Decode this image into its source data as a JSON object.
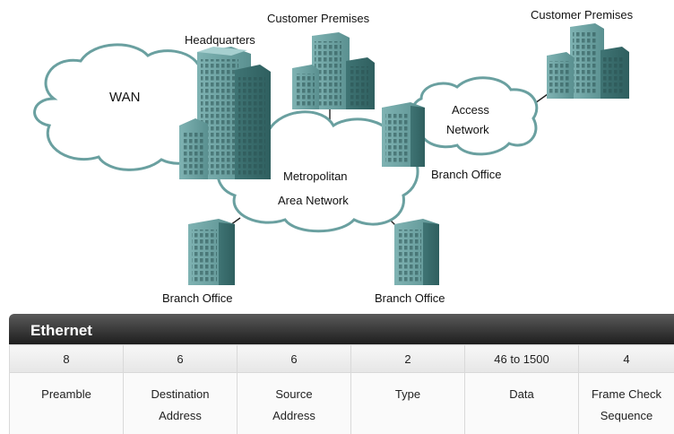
{
  "diagram": {
    "wan": "WAN",
    "headquarters": "Headquarters",
    "customer_premises_left": "Customer Premises",
    "customer_premises_right": "Customer Premises",
    "access_network": [
      "Access",
      "Network"
    ],
    "metro_network": [
      "Metropolitan",
      "Area Network"
    ],
    "branch_office_right": "Branch Office",
    "branch_office_bottom_left": "Branch Office",
    "branch_office_bottom_right": "Branch Office"
  },
  "colors": {
    "building": "#5e9696",
    "cloud_stroke": "#6aa0a0",
    "header": "#2b2b2b"
  },
  "ethernet": {
    "title": "Ethernet",
    "fields": [
      {
        "size": "8",
        "name": [
          "Preamble"
        ]
      },
      {
        "size": "6",
        "name": [
          "Destination",
          "Address"
        ]
      },
      {
        "size": "6",
        "name": [
          "Source",
          "Address"
        ]
      },
      {
        "size": "2",
        "name": [
          "Type"
        ]
      },
      {
        "size": "46 to 1500",
        "name": [
          "Data"
        ]
      },
      {
        "size": "4",
        "name": [
          "Frame Check",
          "Sequence"
        ]
      }
    ]
  }
}
